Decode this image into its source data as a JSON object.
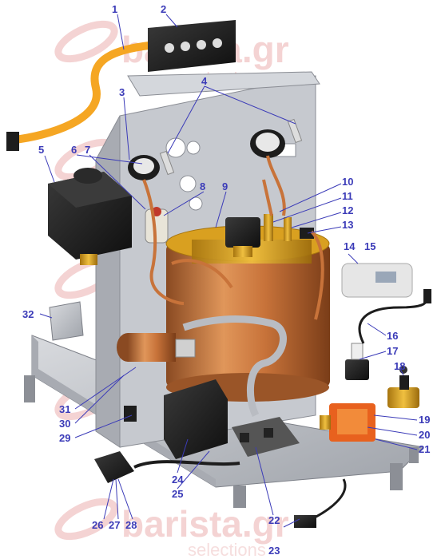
{
  "watermark": {
    "brand": "barista.gr",
    "sub": "selections"
  },
  "colors": {
    "label": "#3b3bb8",
    "watermark": "#f2c9c9",
    "copper": "#c8733a",
    "brass": "#d9a020",
    "steel": "#b9bcc2",
    "ribbon": "#f5a623",
    "black_part": "#1d1d1d"
  },
  "callouts": [
    {
      "id": "1",
      "text": "1"
    },
    {
      "id": "2",
      "text": "2"
    },
    {
      "id": "3",
      "text": "3"
    },
    {
      "id": "4",
      "text": "4"
    },
    {
      "id": "5",
      "text": "5"
    },
    {
      "id": "6",
      "text": "6"
    },
    {
      "id": "7",
      "text": "7"
    },
    {
      "id": "8",
      "text": "8"
    },
    {
      "id": "9",
      "text": "9"
    },
    {
      "id": "10",
      "text": "10"
    },
    {
      "id": "11",
      "text": "11"
    },
    {
      "id": "12",
      "text": "12"
    },
    {
      "id": "13",
      "text": "13"
    },
    {
      "id": "14",
      "text": "14"
    },
    {
      "id": "15",
      "text": "15"
    },
    {
      "id": "16",
      "text": "16"
    },
    {
      "id": "17",
      "text": "17"
    },
    {
      "id": "18",
      "text": "18"
    },
    {
      "id": "19",
      "text": "19"
    },
    {
      "id": "20",
      "text": "20"
    },
    {
      "id": "21",
      "text": "21"
    },
    {
      "id": "22",
      "text": "22"
    },
    {
      "id": "23",
      "text": "23"
    },
    {
      "id": "24",
      "text": "24"
    },
    {
      "id": "25",
      "text": "25"
    },
    {
      "id": "26",
      "text": "26"
    },
    {
      "id": "27",
      "text": "27"
    },
    {
      "id": "28",
      "text": "28"
    },
    {
      "id": "29",
      "text": "29"
    },
    {
      "id": "30",
      "text": "30"
    },
    {
      "id": "31",
      "text": "31"
    },
    {
      "id": "32",
      "text": "32"
    }
  ]
}
